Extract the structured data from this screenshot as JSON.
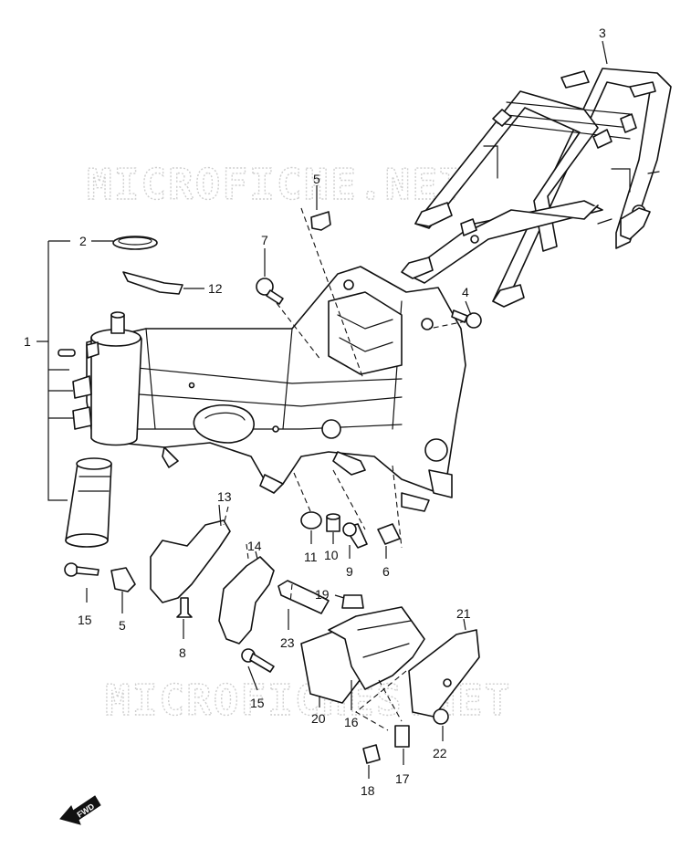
{
  "watermark": {
    "top_text": "MICROFICHE.NET",
    "bottom_text": "MICROFICHES.NET",
    "color": "#cfcfcf"
  },
  "direction_badge": {
    "label": "FWD"
  },
  "callouts": [
    {
      "id": "c1",
      "number": "1"
    },
    {
      "id": "c2",
      "number": "2"
    },
    {
      "id": "c3",
      "number": "3"
    },
    {
      "id": "c4",
      "number": "4"
    },
    {
      "id": "c5a",
      "number": "5"
    },
    {
      "id": "c5b",
      "number": "5"
    },
    {
      "id": "c6",
      "number": "6"
    },
    {
      "id": "c7",
      "number": "7"
    },
    {
      "id": "c8",
      "number": "8"
    },
    {
      "id": "c9",
      "number": "9"
    },
    {
      "id": "c10",
      "number": "10"
    },
    {
      "id": "c11",
      "number": "11"
    },
    {
      "id": "c12",
      "number": "12"
    },
    {
      "id": "c13",
      "number": "13"
    },
    {
      "id": "c14",
      "number": "14"
    },
    {
      "id": "c15a",
      "number": "15"
    },
    {
      "id": "c15b",
      "number": "15"
    },
    {
      "id": "c16",
      "number": "16"
    },
    {
      "id": "c17",
      "number": "17"
    },
    {
      "id": "c18",
      "number": "18"
    },
    {
      "id": "c19",
      "number": "19"
    },
    {
      "id": "c20",
      "number": "20"
    },
    {
      "id": "c21",
      "number": "21"
    },
    {
      "id": "c22",
      "number": "22"
    },
    {
      "id": "c23",
      "number": "23"
    }
  ]
}
